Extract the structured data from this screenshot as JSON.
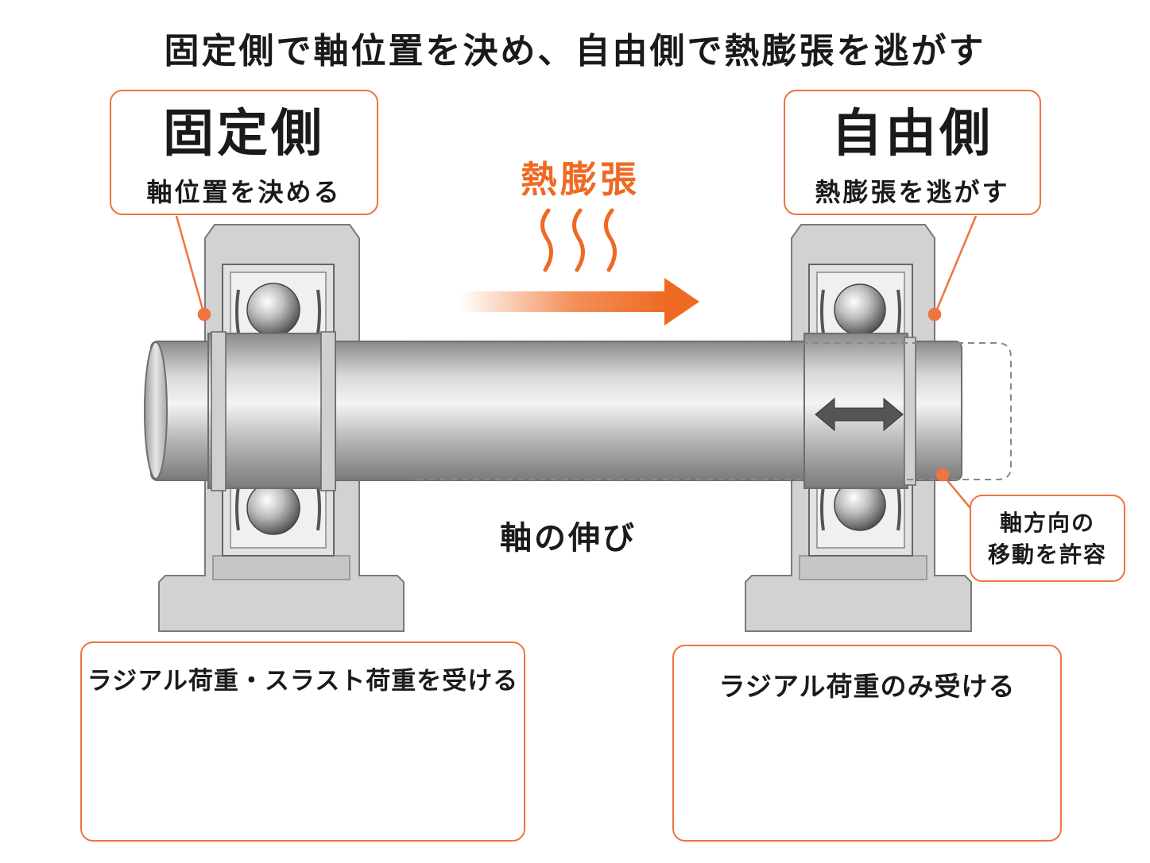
{
  "title": "固定側で軸位置を決め、自由側で熱膨張を逃がす",
  "fixed_side": {
    "heading": "固定側",
    "description": "軸位置を決める"
  },
  "free_side": {
    "heading": "自由側",
    "description": "熱膨張を逃がす"
  },
  "heat_label": "熱膨張",
  "shaft_label": "軸の伸び",
  "axial_callout": {
    "line1": "軸方向の",
    "line2": "移動を許容"
  },
  "panel_fixed": {
    "title": "ラジアル荷重・スラスト荷重を受ける"
  },
  "panel_free": {
    "title": "ラジアル荷重のみ受ける"
  },
  "colors": {
    "accent": "#ee7440",
    "heat": "#ee6a22",
    "arrow_gray": "#555555",
    "housing": "#cfcfcf"
  }
}
